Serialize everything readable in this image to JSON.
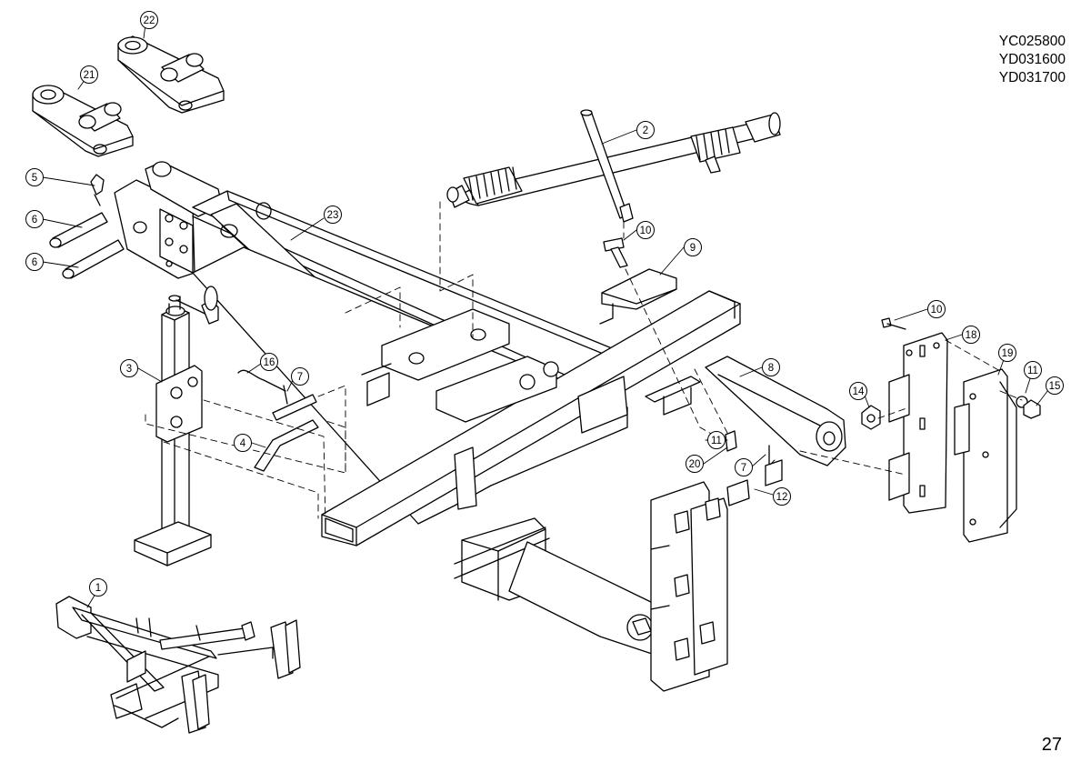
{
  "codes": [
    "YC025800",
    "YD031600",
    "YD031700"
  ],
  "page_number": "27",
  "callouts": [
    "1",
    "2",
    "3",
    "4",
    "5",
    "6",
    "6",
    "7",
    "7",
    "8",
    "9",
    "10",
    "10",
    "11",
    "11",
    "12",
    "14",
    "15",
    "16",
    "18",
    "19",
    "20",
    "21",
    "22",
    "23"
  ]
}
